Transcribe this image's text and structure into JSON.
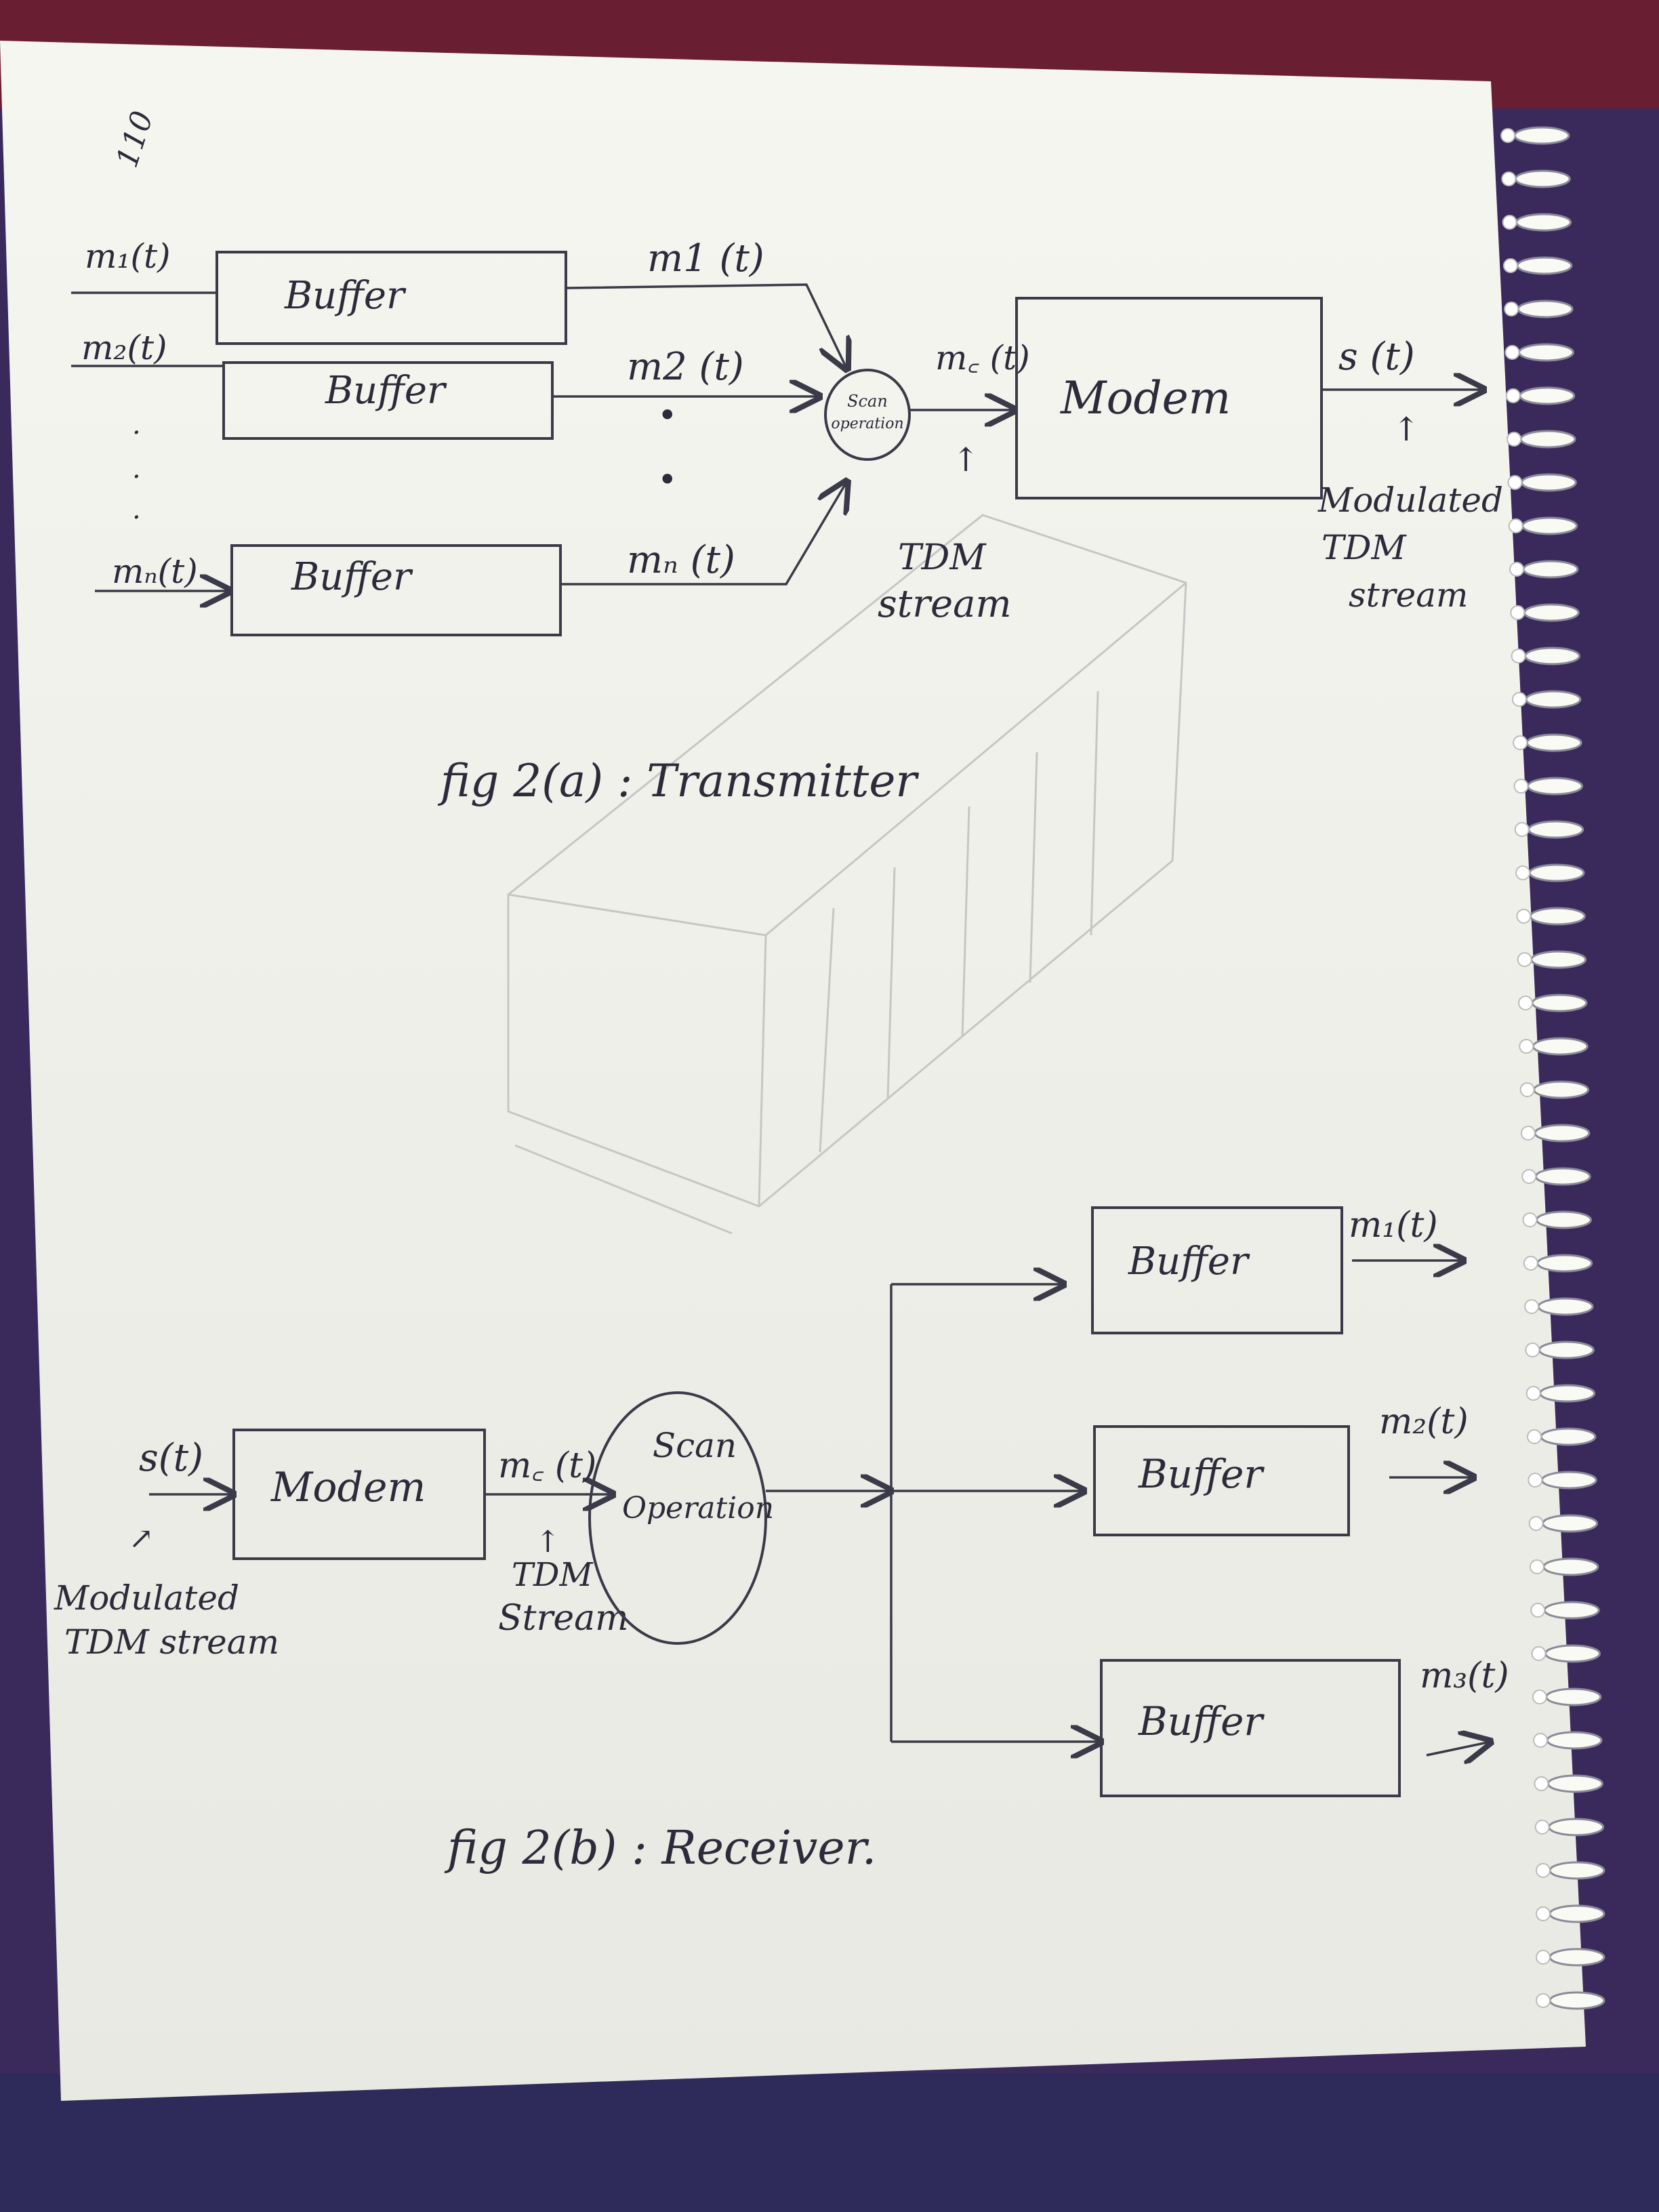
{
  "page_number": "110",
  "transmitter": {
    "inputs": [
      {
        "input_label": "m₁(t)",
        "buffer_label": "Buffer",
        "output_label": "m1 (t)"
      },
      {
        "input_label": "m₂(t)",
        "buffer_label": "Buffer",
        "output_label": "m2 (t)"
      },
      {
        "input_label": "mₙ(t)",
        "buffer_label": "Buffer",
        "output_label": "mₙ (t)"
      }
    ],
    "ellipsis_left": ".\n.\n.",
    "ellipsis_mid": "•\n•",
    "scan_label": "Scan operation",
    "scan_output": "m꜀ (t)",
    "tdm_note": "TDM stream",
    "modem_label": "Modem",
    "output_label": "s (t)",
    "output_note": "Modulated TDM stream",
    "caption": "fig 2(a) : Transmitter"
  },
  "receiver": {
    "input_label": "s(t)",
    "input_note": "Modulated TDM stream",
    "modem_label": "Modem",
    "modem_output": "m꜀ (t)",
    "tdm_note": "TDM stream",
    "scan_label": "Scan Operation",
    "outputs": [
      {
        "buffer_label": "Buffer",
        "output_label": "m₁(t)"
      },
      {
        "buffer_label": "Buffer",
        "output_label": "m₂(t)"
      },
      {
        "buffer_label": "Buffer",
        "output_label": "m₃(t)"
      }
    ],
    "caption": "fig 2(b) : Receiver."
  },
  "colors": {
    "ink": "#2b2b3a",
    "paper": "#f3f3ee",
    "bleed_through": "#c6c6c6",
    "fabric_top": "#6a1e32",
    "fabric_bottom": "#2e2a5a"
  }
}
